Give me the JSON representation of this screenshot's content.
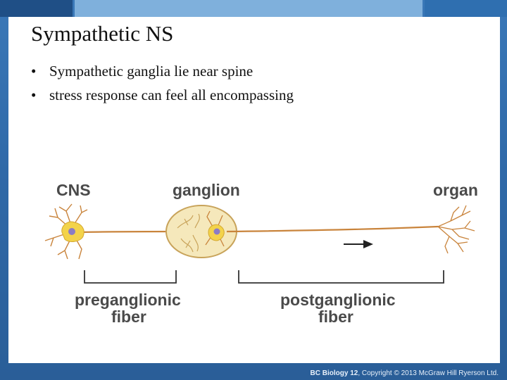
{
  "slide": {
    "title": "Sympathetic NS",
    "bullets": [
      "Sympathetic ganglia lie near spine",
      "stress response can feel all encompassing"
    ]
  },
  "diagram": {
    "labels": {
      "cns": "CNS",
      "ganglion": "ganglion",
      "organ": "organ",
      "preganglionic_line1": "preganglionic",
      "preganglionic_line2": "fiber",
      "postganglionic_line1": "postganglionic",
      "postganglionic_line2": "fiber"
    },
    "colors": {
      "label": "#4a4a4a",
      "fiber": "#c9843c",
      "neuron_body": "#f3d34a",
      "nucleus": "#8b7cc4",
      "ganglion_fill": "#f5e8bb",
      "ganglion_stroke": "#c8a35a",
      "bracket": "#333333"
    }
  },
  "footer": {
    "brand": "BC Biology 12",
    "copyright": ", Copyright © 2013 McGraw Hill Ryerson Ltd."
  }
}
